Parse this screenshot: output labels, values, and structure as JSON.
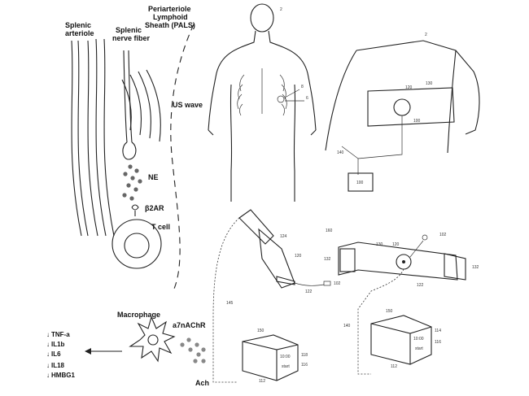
{
  "left_panel": {
    "splenic_arteriole": [
      "Splenic",
      "arteriole"
    ],
    "splenic_nerve_fiber": [
      "Splenic",
      "nerve fiber"
    ],
    "pals": [
      "Periarteriole",
      "Lymphoid",
      "Sheath (PALS)"
    ],
    "us_wave": "US wave",
    "ne": "NE",
    "b2ar": "β2AR",
    "t_cell": "T cell",
    "macrophage": "Macrophage",
    "a7nachr": "a7nAChR",
    "ach": "Ach",
    "cytokines": [
      "TNF-a",
      "IL1b",
      "IL6",
      "IL18",
      "HMBG1"
    ],
    "down_arrow": "↓"
  },
  "refs": {
    "torso_front": "2",
    "torso_back": "2",
    "r6": "6",
    "r8": "8",
    "r120a": "120",
    "r130": "130",
    "r100a": "100",
    "r140": "140",
    "r160": "160",
    "r124": "124",
    "r120b": "120",
    "r122": "122",
    "r102": "102",
    "r100b": "100",
    "r130b": "130",
    "r120c": "120",
    "r132a": "132",
    "r132b": "132",
    "r102b": "102",
    "r122b": "122",
    "r145": "145",
    "r150a": "150",
    "r140b": "140",
    "r150b": "150",
    "r114": "114",
    "r116": "116",
    "r112a": "112",
    "r112b": "112",
    "r118": "118",
    "r116b": "116",
    "time1": "10:00",
    "start1": "start",
    "time2": "10:00",
    "start2": "start"
  }
}
